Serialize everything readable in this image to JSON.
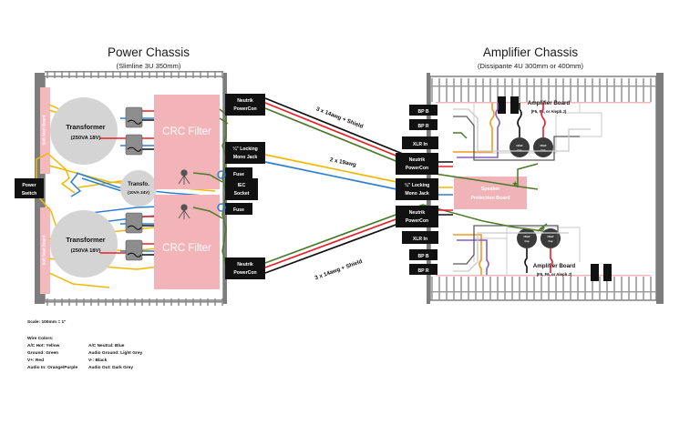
{
  "diagram": {
    "scale_note": "Scale: 100mm = 1\"",
    "legend": {
      "heading": "Wire Colors:",
      "left": [
        "A/C Hot: Yellow",
        "Ground: Green",
        "V+: Red",
        "Audio In: Orange/Purple"
      ],
      "right": [
        "A/C Neutral: Blue",
        "Audio Ground: Light Grey",
        "V-: Black",
        "Audio Out: Dark Grey"
      ]
    }
  },
  "power_chassis": {
    "title": "Power Chassis",
    "subtitle": "(Slimline 3U 350mm)",
    "soft_start_board": "Soft Start Board",
    "power_switch": "Power\nSwitch",
    "power_switch_l1": "Power",
    "power_switch_l2": "Switch",
    "transformers": [
      {
        "name": "Transformer",
        "rating": "(250VA 18V)"
      },
      {
        "name": "Transformer",
        "rating": "(250VA 18V)"
      }
    ],
    "aux_transformer": {
      "name": "Transfo.",
      "rating": "(10VA 24V)"
    },
    "crc_filters": [
      "CRC Filter",
      "CRC Filter"
    ],
    "connectors": [
      {
        "l1": "Neutrik",
        "l2": "PowerCon"
      },
      {
        "l1": "¼\" Locking",
        "l2": "Mono Jack"
      },
      {
        "l1": "Fuse",
        "l2": ""
      },
      {
        "l1": "IEC",
        "l2": "Socket"
      },
      {
        "l1": "Fuse",
        "l2": ""
      },
      {
        "l1": "Neutrik",
        "l2": "PowerCon"
      }
    ]
  },
  "amplifier_chassis": {
    "title": "Amplifier Chassis",
    "subtitle": "(Dissipante 4U 300mm or 400mm)",
    "speaker_protection_board": {
      "l1": "Speaker",
      "l2": "Protection Board"
    },
    "amplifier_boards": [
      {
        "name": "Amplifier Board",
        "variants": "(F5, F6, or Aleph J)"
      },
      {
        "name": "Amplifier Board",
        "variants": "(F5, F6, or Aleph J)"
      }
    ],
    "capacitors": [
      {
        "l1": "100uF",
        "l2": "Cap"
      },
      {
        "l1": "100uF",
        "l2": "Cap"
      },
      {
        "l1": "100uF",
        "l2": "Cap"
      },
      {
        "l1": "100uF",
        "l2": "Cap"
      }
    ],
    "connectors": [
      {
        "l1": "BP B",
        "l2": ""
      },
      {
        "l1": "BP R",
        "l2": ""
      },
      {
        "l1": "XLR In",
        "l2": ""
      },
      {
        "l1": "Neutrik",
        "l2": "PowerCon"
      },
      {
        "l1": "¼\" Locking",
        "l2": "Mono Jack"
      },
      {
        "l1": "Neutrik",
        "l2": "PowerCon"
      },
      {
        "l1": "XLR In",
        "l2": ""
      },
      {
        "l1": "BP B",
        "l2": ""
      },
      {
        "l1": "BP R",
        "l2": ""
      }
    ]
  },
  "interconnects": [
    {
      "label": "3 x 14awg + Shield"
    },
    {
      "label": "2 x 19awg"
    },
    {
      "label": "3 x 14awg + Shield"
    }
  ],
  "colors": {
    "chassis_wall": "#7d7d7d",
    "crc_pink": "#f2b4b8",
    "soft_start_pink": "#f4b9bd",
    "speaker_pink": "#f0b3b7",
    "connector_black": "#111111",
    "ac_hot": "#f2b800",
    "ac_neutral": "#2f7fd0",
    "ground": "#4b7a2a",
    "v_plus": "#e8202a",
    "v_minus": "#111111",
    "audio_in_orange": "#f59a1e",
    "audio_in_purple": "#8a5ec0",
    "audio_ground": "#c9c9c9",
    "audio_out": "#5a5a5a",
    "transformer_grey": "#d4d4d4"
  }
}
